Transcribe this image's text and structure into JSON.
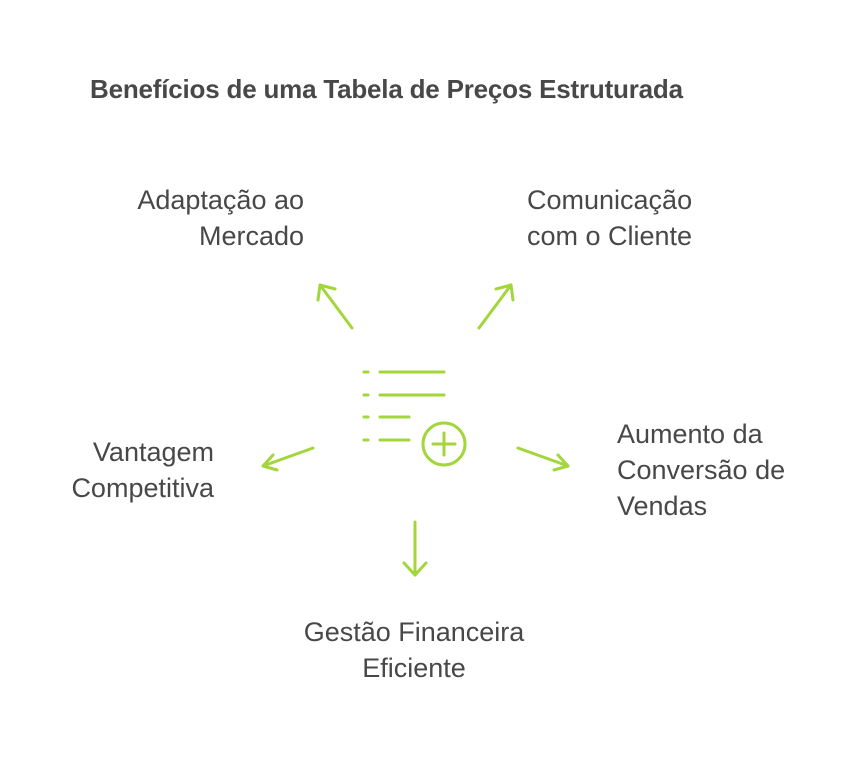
{
  "title": "Benefícios de uma Tabela de Preços Estruturada",
  "accent_color": "#a3d63a",
  "center_icon": "list-add-icon",
  "benefits": [
    {
      "id": "adapt",
      "lines": [
        "Adaptação ao",
        "Mercado"
      ]
    },
    {
      "id": "comm",
      "lines": [
        "Comunicação",
        "com o Cliente"
      ]
    },
    {
      "id": "vant",
      "lines": [
        "Vantagem",
        "Competitiva"
      ]
    },
    {
      "id": "conv",
      "lines": [
        "Aumento da",
        "Conversão de",
        "Vendas"
      ]
    },
    {
      "id": "gest",
      "lines": [
        "Gestão Financeira",
        "Eficiente"
      ]
    }
  ]
}
